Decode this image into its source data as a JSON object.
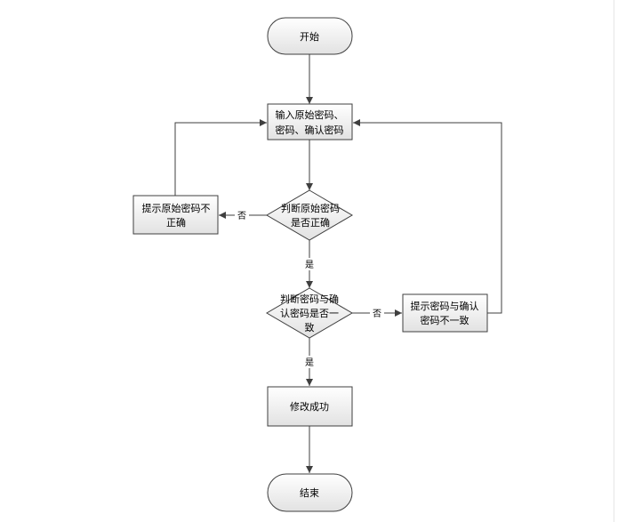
{
  "flowchart": {
    "nodes": {
      "start": "开始",
      "input": [
        "输入原始密码、",
        "密码、确认密码"
      ],
      "check_original": [
        "判断原始密码",
        "是否正确"
      ],
      "original_wrong": [
        "提示原始密码不",
        "正确"
      ],
      "check_match": [
        "判断密码与确",
        "认密码是否一",
        "致"
      ],
      "mismatch": [
        "提示密码与确认",
        "密码不一致"
      ],
      "success": "修改成功",
      "end": "结束"
    },
    "edges": {
      "no_1": "否",
      "yes_1": "是",
      "no_2": "否",
      "yes_2": "是"
    }
  },
  "colors": {
    "node_fill_top": "#ffffff",
    "node_fill_bottom": "#e4e4e4",
    "stroke": "#3f3f3f",
    "text": "#000000"
  }
}
